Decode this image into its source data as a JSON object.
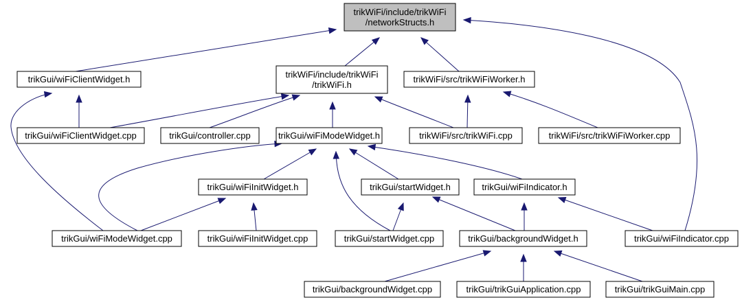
{
  "nodes": [
    {
      "id": "root",
      "lines": [
        "trikWiFi/include/trikWiFi",
        "/networkStructs.h"
      ],
      "highlight": true
    },
    {
      "id": "wcw_h",
      "lines": [
        "trikGui/wiFiClientWidget.h"
      ]
    },
    {
      "id": "trikwifi_h",
      "lines": [
        "trikWiFi/include/trikWiFi",
        "/trikWiFi.h"
      ]
    },
    {
      "id": "worker_h",
      "lines": [
        "trikWiFi/src/trikWiFiWorker.h"
      ]
    },
    {
      "id": "wcw_cpp",
      "lines": [
        "trikGui/wiFiClientWidget.cpp"
      ]
    },
    {
      "id": "controller_cpp",
      "lines": [
        "trikGui/controller.cpp"
      ]
    },
    {
      "id": "wmw_h",
      "lines": [
        "trikGui/wiFiModeWidget.h"
      ]
    },
    {
      "id": "trikwifi_cpp",
      "lines": [
        "trikWiFi/src/trikWiFi.cpp"
      ]
    },
    {
      "id": "worker_cpp",
      "lines": [
        "trikWiFi/src/trikWiFiWorker.cpp"
      ]
    },
    {
      "id": "wiw_h",
      "lines": [
        "trikGui/wiFiInitWidget.h"
      ]
    },
    {
      "id": "sw_h",
      "lines": [
        "trikGui/startWidget.h"
      ]
    },
    {
      "id": "wi_h",
      "lines": [
        "trikGui/wiFiIndicator.h"
      ]
    },
    {
      "id": "wmw_cpp",
      "lines": [
        "trikGui/wiFiModeWidget.cpp"
      ]
    },
    {
      "id": "wiw_cpp",
      "lines": [
        "trikGui/wiFiInitWidget.cpp"
      ]
    },
    {
      "id": "sw_cpp",
      "lines": [
        "trikGui/startWidget.cpp"
      ]
    },
    {
      "id": "bw_h",
      "lines": [
        "trikGui/backgroundWidget.h"
      ]
    },
    {
      "id": "wi_cpp",
      "lines": [
        "trikGui/wiFiIndicator.cpp"
      ]
    },
    {
      "id": "bw_cpp",
      "lines": [
        "trikGui/backgroundWidget.cpp"
      ]
    },
    {
      "id": "app_cpp",
      "lines": [
        "trikGui/trikGuiApplication.cpp"
      ]
    },
    {
      "id": "main_cpp",
      "lines": [
        "trikGui/trikGuiMain.cpp"
      ]
    }
  ],
  "edges": [
    {
      "from": "wcw_h",
      "to": "root"
    },
    {
      "from": "trikwifi_h",
      "to": "root"
    },
    {
      "from": "worker_h",
      "to": "root"
    },
    {
      "from": "wi_cpp",
      "to": "root"
    },
    {
      "from": "wcw_cpp",
      "to": "wcw_h"
    },
    {
      "from": "wmw_cpp",
      "to": "wcw_h"
    },
    {
      "from": "wcw_cpp",
      "to": "trikwifi_h"
    },
    {
      "from": "controller_cpp",
      "to": "trikwifi_h"
    },
    {
      "from": "wmw_h",
      "to": "trikwifi_h"
    },
    {
      "from": "trikwifi_cpp",
      "to": "trikwifi_h"
    },
    {
      "from": "trikwifi_cpp",
      "to": "worker_h"
    },
    {
      "from": "worker_cpp",
      "to": "worker_h"
    },
    {
      "from": "wmw_cpp",
      "to": "wmw_h"
    },
    {
      "from": "wiw_h",
      "to": "wmw_h"
    },
    {
      "from": "sw_h",
      "to": "wmw_h"
    },
    {
      "from": "sw_cpp",
      "to": "wmw_h"
    },
    {
      "from": "wi_h",
      "to": "wmw_h"
    },
    {
      "from": "wmw_cpp",
      "to": "wiw_h"
    },
    {
      "from": "wiw_cpp",
      "to": "wiw_h"
    },
    {
      "from": "sw_cpp",
      "to": "sw_h"
    },
    {
      "from": "bw_h",
      "to": "sw_h"
    },
    {
      "from": "bw_h",
      "to": "wi_h"
    },
    {
      "from": "wi_cpp",
      "to": "wi_h"
    },
    {
      "from": "bw_cpp",
      "to": "bw_h"
    },
    {
      "from": "app_cpp",
      "to": "bw_h"
    },
    {
      "from": "main_cpp",
      "to": "bw_h"
    }
  ]
}
